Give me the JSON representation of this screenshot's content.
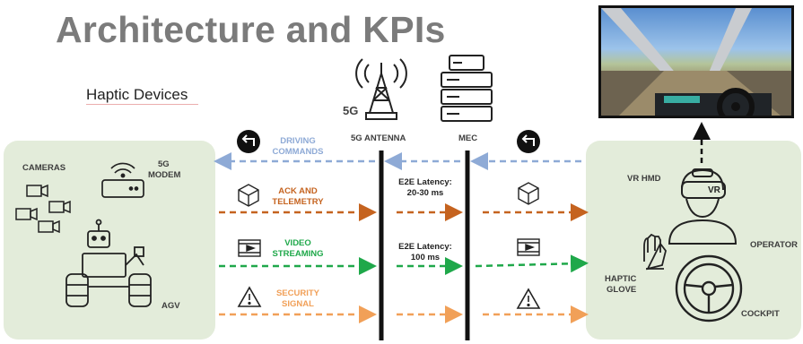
{
  "title": "Architecture and KPIs",
  "haptic_devices_label": "Haptic Devices",
  "left_panel": {
    "cameras": "CAMERAS",
    "modem": [
      "5G",
      "MODEM"
    ],
    "agv": "AGV"
  },
  "right_panel": {
    "vr_hmd": "VR HMD",
    "vr_badge": "VR",
    "operator": "OPERATOR",
    "haptic_glove": [
      "HAPTIC",
      "GLOVE"
    ],
    "cockpit": "COCKPIT"
  },
  "nodes": {
    "antenna_label": "5G ANTENNA",
    "antenna_badge": "5G",
    "mec_label": "MEC"
  },
  "flows": {
    "driving_commands": [
      "DRIVING",
      "COMMANDS"
    ],
    "ack_telemetry": [
      "ACK AND",
      "TELEMETRY"
    ],
    "video_streaming": [
      "VIDEO",
      "STREAMING"
    ],
    "security_signal": [
      "SECURITY",
      "SIGNAL"
    ]
  },
  "latencies": {
    "ack": [
      "E2E Latency:",
      "20-30 ms"
    ],
    "video": [
      "E2E Latency:",
      "100 ms"
    ]
  },
  "colors": {
    "driving": "#8eaad6",
    "ack": "#c5631f",
    "video": "#1fa84a",
    "security": "#f1a058",
    "panel": "#e3ecda"
  }
}
